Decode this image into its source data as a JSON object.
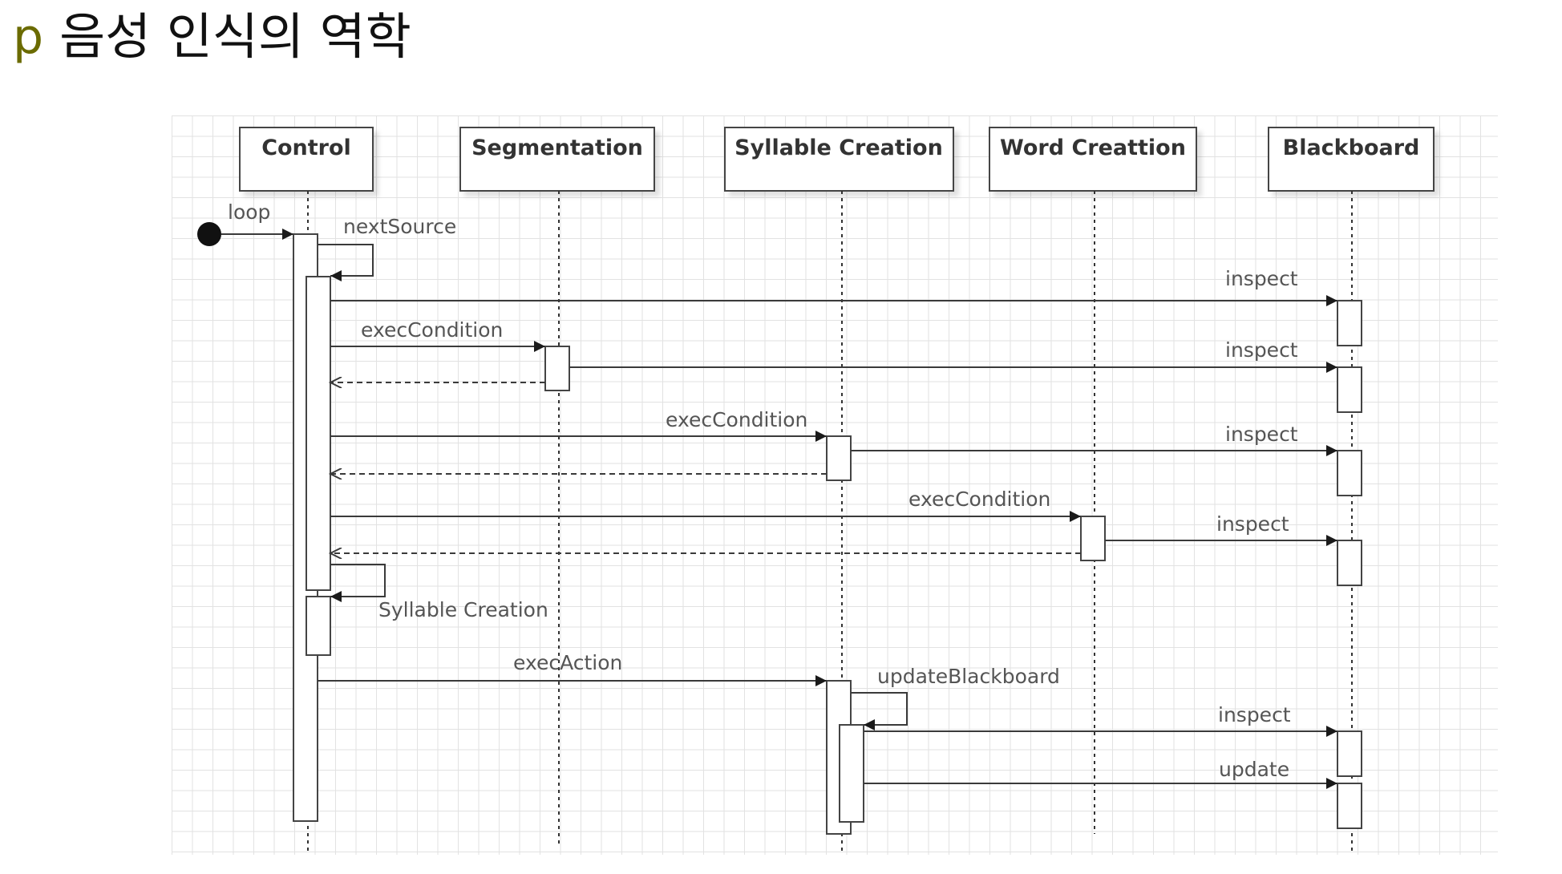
{
  "slide": {
    "bullet": "p",
    "title": "음성 인식의 역학",
    "colors": {
      "bullet": "#6b6b00",
      "grid": "#e2e2e2",
      "line": "#3a3a3a",
      "label": "#555555"
    }
  },
  "lifelines": [
    {
      "id": "control",
      "label": "Control"
    },
    {
      "id": "segmentation",
      "label": "Segmentation"
    },
    {
      "id": "syllable",
      "label": "Syllable Creation"
    },
    {
      "id": "word",
      "label": "Word Creattion"
    },
    {
      "id": "blackboard",
      "label": "Blackboard"
    }
  ],
  "messages": [
    {
      "id": "loop",
      "label": "loop",
      "kind": "found"
    },
    {
      "id": "next-source",
      "label": "nextSource",
      "kind": "self"
    },
    {
      "id": "inspect-1",
      "label": "inspect",
      "kind": "sync"
    },
    {
      "id": "exec-condition-1",
      "label": "execCondition",
      "kind": "sync"
    },
    {
      "id": "inspect-2",
      "label": "inspect",
      "kind": "sync"
    },
    {
      "id": "return-1",
      "label": "",
      "kind": "return"
    },
    {
      "id": "exec-condition-2",
      "label": "execCondition",
      "kind": "sync"
    },
    {
      "id": "inspect-3",
      "label": "inspect",
      "kind": "sync"
    },
    {
      "id": "return-2",
      "label": "",
      "kind": "return"
    },
    {
      "id": "exec-condition-3",
      "label": "execCondition",
      "kind": "sync"
    },
    {
      "id": "inspect-4",
      "label": "inspect",
      "kind": "sync"
    },
    {
      "id": "return-3",
      "label": "",
      "kind": "return"
    },
    {
      "id": "syllable-creation",
      "label": "Syllable Creation",
      "kind": "self"
    },
    {
      "id": "exec-action",
      "label": "execAction",
      "kind": "sync"
    },
    {
      "id": "update-blackboard",
      "label": "updateBlackboard",
      "kind": "self"
    },
    {
      "id": "inspect-5",
      "label": "inspect",
      "kind": "sync"
    },
    {
      "id": "update",
      "label": "update",
      "kind": "sync"
    }
  ]
}
